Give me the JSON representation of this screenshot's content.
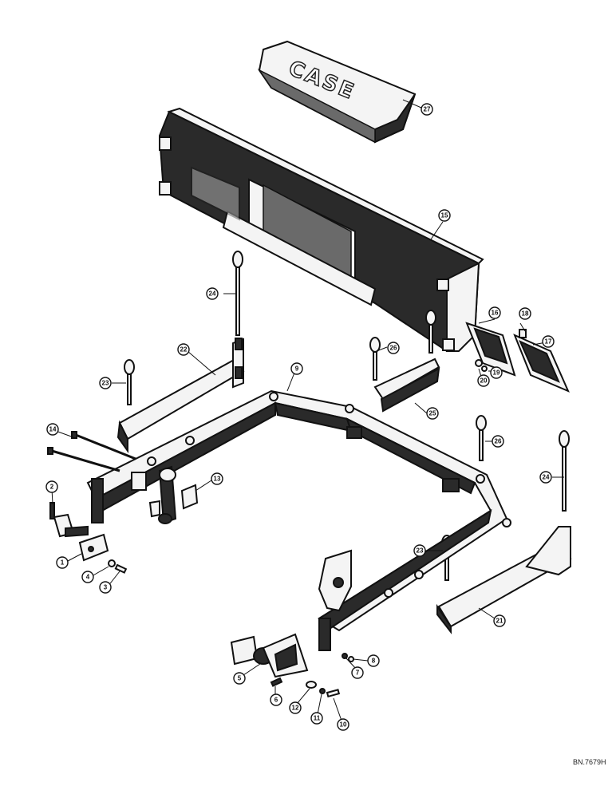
{
  "diagram": {
    "logo_text": "CASE",
    "reference_code": "BN.7679H",
    "callouts": [
      "1",
      "2",
      "3",
      "4",
      "5",
      "6",
      "7",
      "8",
      "9",
      "10",
      "11",
      "12",
      "13",
      "14",
      "15",
      "16",
      "17",
      "18",
      "19",
      "20",
      "21",
      "22",
      "23",
      "23",
      "24",
      "24",
      "25",
      "26",
      "26",
      "27"
    ]
  },
  "colors": {
    "ink": "#111111",
    "paper": "#ffffff",
    "shade": "#2a2a2a"
  }
}
